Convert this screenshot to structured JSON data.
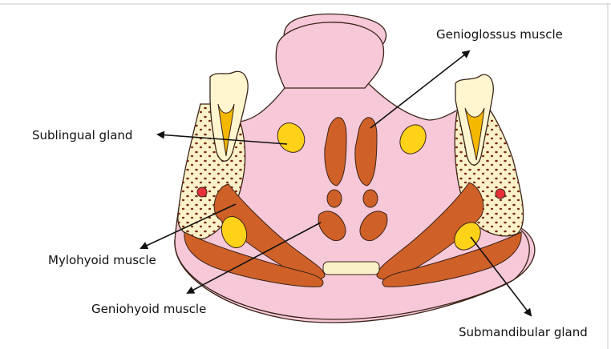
{
  "labels": {
    "genioglossus": "Genioglossus muscle",
    "sublingual": "Sublingual gland",
    "mylohyoid": "Mylohyoid muscle",
    "geniohyoid": "Geniohyoid muscle",
    "submandibular": "Submandibular gland"
  },
  "colors": {
    "tissue": "#f6c8d8",
    "muscle": "#cf6028",
    "gland": "#ffd21a",
    "bone": "#fbf1c9",
    "tooth": "#fff6cf",
    "pulp": "#f5b800",
    "vessel": "#e8303a",
    "outline": "#3a2418"
  }
}
